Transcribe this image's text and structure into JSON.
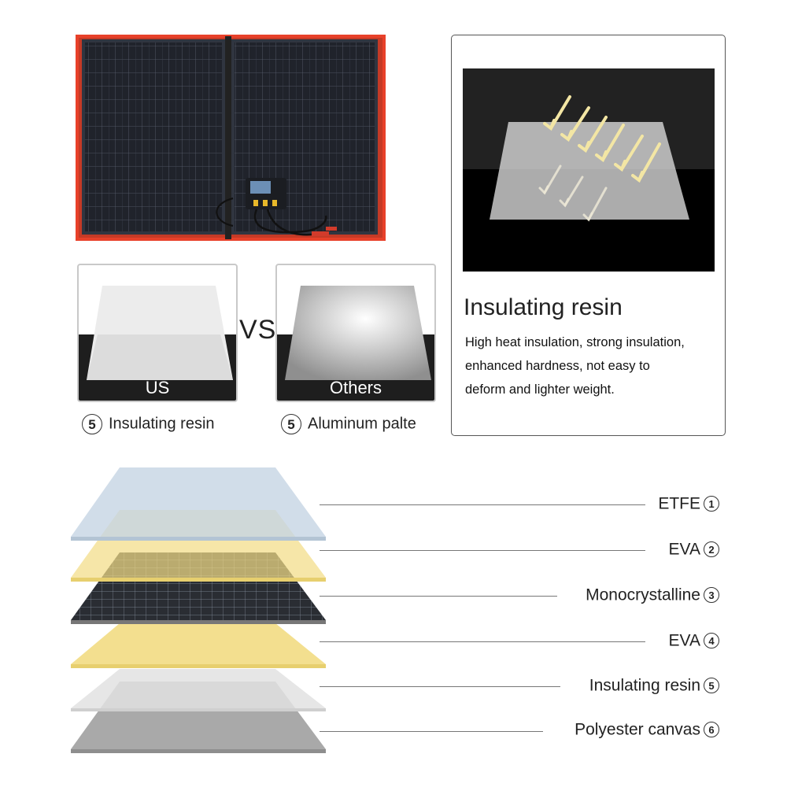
{
  "comparison": {
    "vs_label": "VS",
    "us": {
      "label": "US",
      "number": "5",
      "caption": "Insulating resin"
    },
    "others": {
      "label": "Others",
      "number": "5",
      "caption": "Aluminum palte"
    }
  },
  "info": {
    "title": "Insulating resin",
    "lines": [
      "High heat insulation, strong insulation,",
      "enhanced hardness, not easy to",
      "deform and lighter weight."
    ]
  },
  "layers": [
    {
      "label": "ETFE",
      "number": "1",
      "color": "#c6d5e3"
    },
    {
      "label": "EVA",
      "number": "2",
      "color": "#f2dc86"
    },
    {
      "label": "Monocrystalline",
      "number": "3",
      "color": "#2a2d33"
    },
    {
      "label": "EVA",
      "number": "4",
      "color": "#f2dc86"
    },
    {
      "label": "Insulating resin",
      "number": "5",
      "color": "#e2e2e2"
    },
    {
      "label": "Polyester canvas",
      "number": "6",
      "color": "#a9a9a9"
    }
  ],
  "colors": {
    "panel_border": "#e8412a",
    "cell_dark": "#1c1f26",
    "arrow_yellow": "#f3e6a4"
  }
}
